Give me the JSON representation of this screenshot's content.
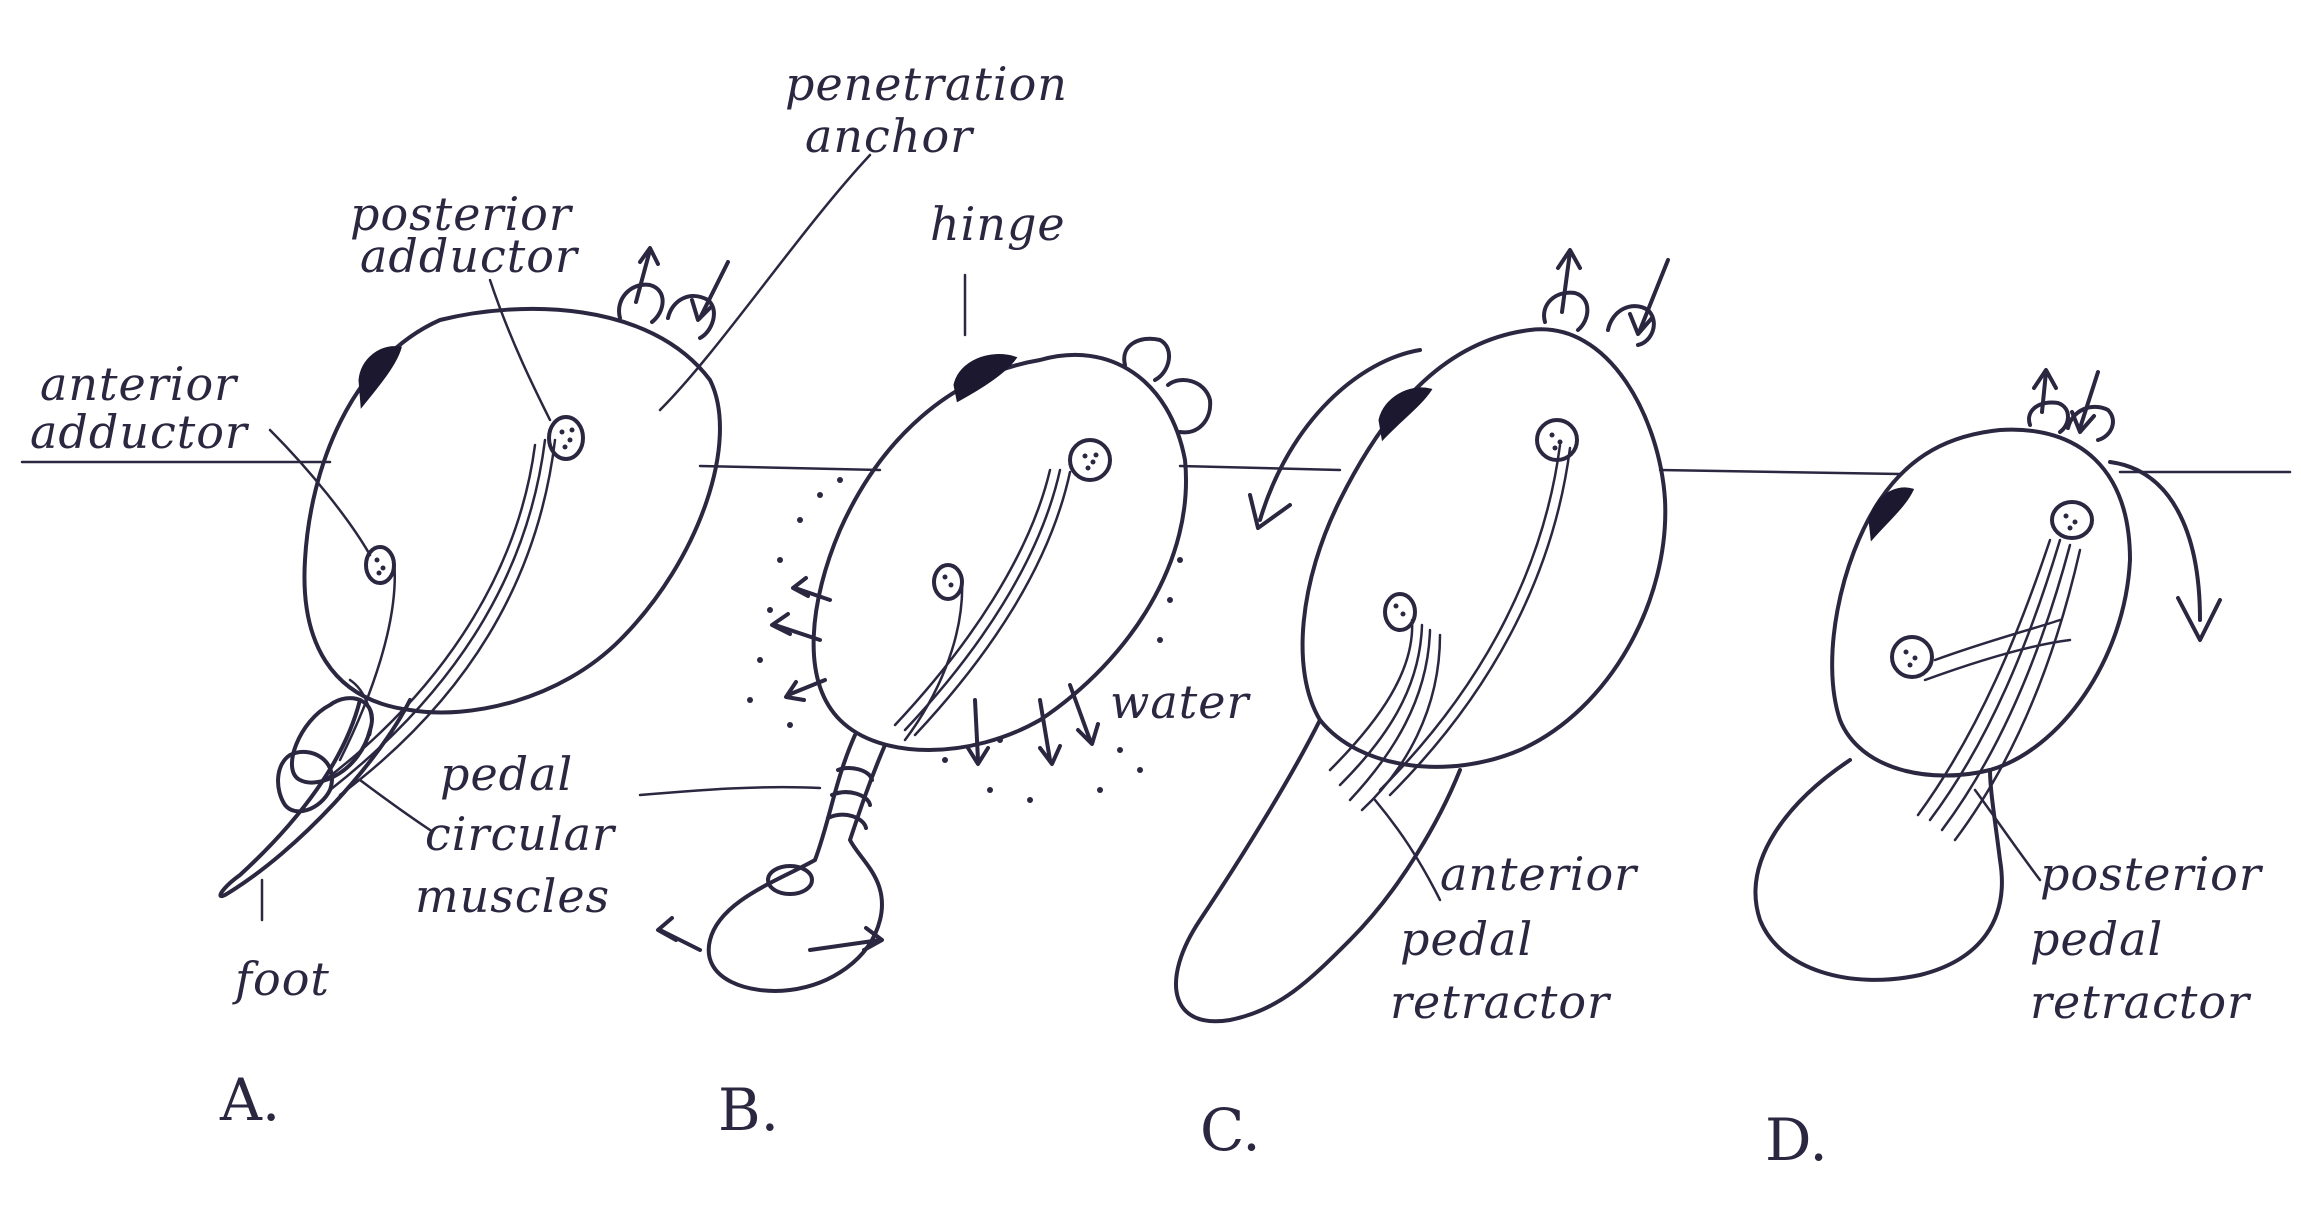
{
  "labels": {
    "penetration_anchor_line1": "penetration",
    "penetration_anchor_line2": "anchor",
    "posterior_adductor_line1": "posterior",
    "posterior_adductor_line2": "adductor",
    "anterior_adductor_line1": "anterior",
    "anterior_adductor_line2": "adductor",
    "hinge": "hinge",
    "pedal_circular_line1": "pedal",
    "pedal_circular_line2": "circular",
    "pedal_circular_line3": "muscles",
    "foot": "foot",
    "water": "water",
    "anterior_pedal_line1": "anterior",
    "anterior_pedal_line2": "pedal",
    "anterior_pedal_line3": "retractor",
    "posterior_pedal_line1": "posterior",
    "posterior_pedal_line2": "pedal",
    "posterior_pedal_line3": "retractor"
  },
  "panels": {
    "a": "A.",
    "b": "B.",
    "c": "C.",
    "d": "D."
  },
  "colors": {
    "ink": "#2b2740",
    "background": "#ffffff"
  }
}
